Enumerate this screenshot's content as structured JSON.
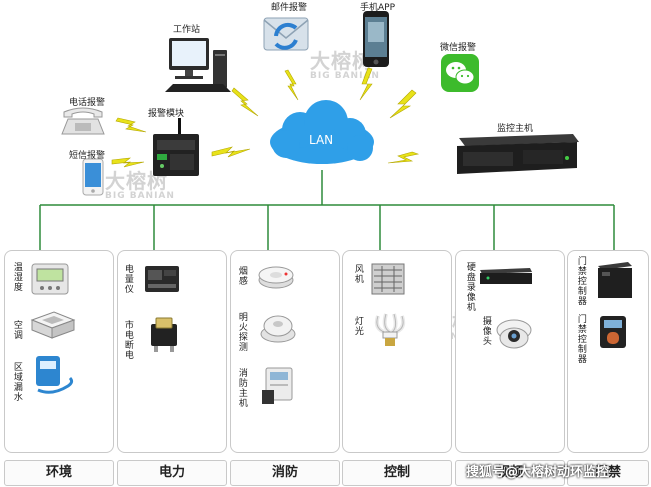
{
  "top": {
    "workstation": "工作站",
    "email_alarm": "邮件报警",
    "mobile_app": "手机APP",
    "wechat_alarm": "微信报警",
    "phone_alarm": "电话报警",
    "sms_alarm": "短信报警",
    "alarm_module": "报警模块",
    "lan": "LAN",
    "monitor_host": "监控主机"
  },
  "watermark": {
    "cn": "大榕树",
    "en": "BIG BANIAN"
  },
  "panels": [
    {
      "tab": "环境",
      "items": [
        "温湿度",
        "空调",
        "区域漏水"
      ]
    },
    {
      "tab": "电力",
      "items": [
        "电量仪",
        "市电断电"
      ]
    },
    {
      "tab": "消防",
      "items": [
        "烟感",
        "明火探测",
        "消防主机"
      ]
    },
    {
      "tab": "控制",
      "items": [
        "风机",
        "灯光"
      ]
    },
    {
      "tab": "视频",
      "items": [
        "硬盘录像机",
        "摄像头"
      ]
    },
    {
      "tab": "门禁",
      "items": [
        "门禁控制器",
        "门禁控制器"
      ]
    }
  ],
  "footer": "搜狐号@大榕树动环监控",
  "colors": {
    "cloud": "#2f9fe8",
    "bus": "#2e8b3a",
    "bolt": "#e8e21a"
  },
  "icons": [
    "computer-icon",
    "email-icon",
    "smartphone-icon",
    "wechat-icon",
    "telephone-icon",
    "sms-phone-icon",
    "alarm-module-icon",
    "server-icon"
  ]
}
